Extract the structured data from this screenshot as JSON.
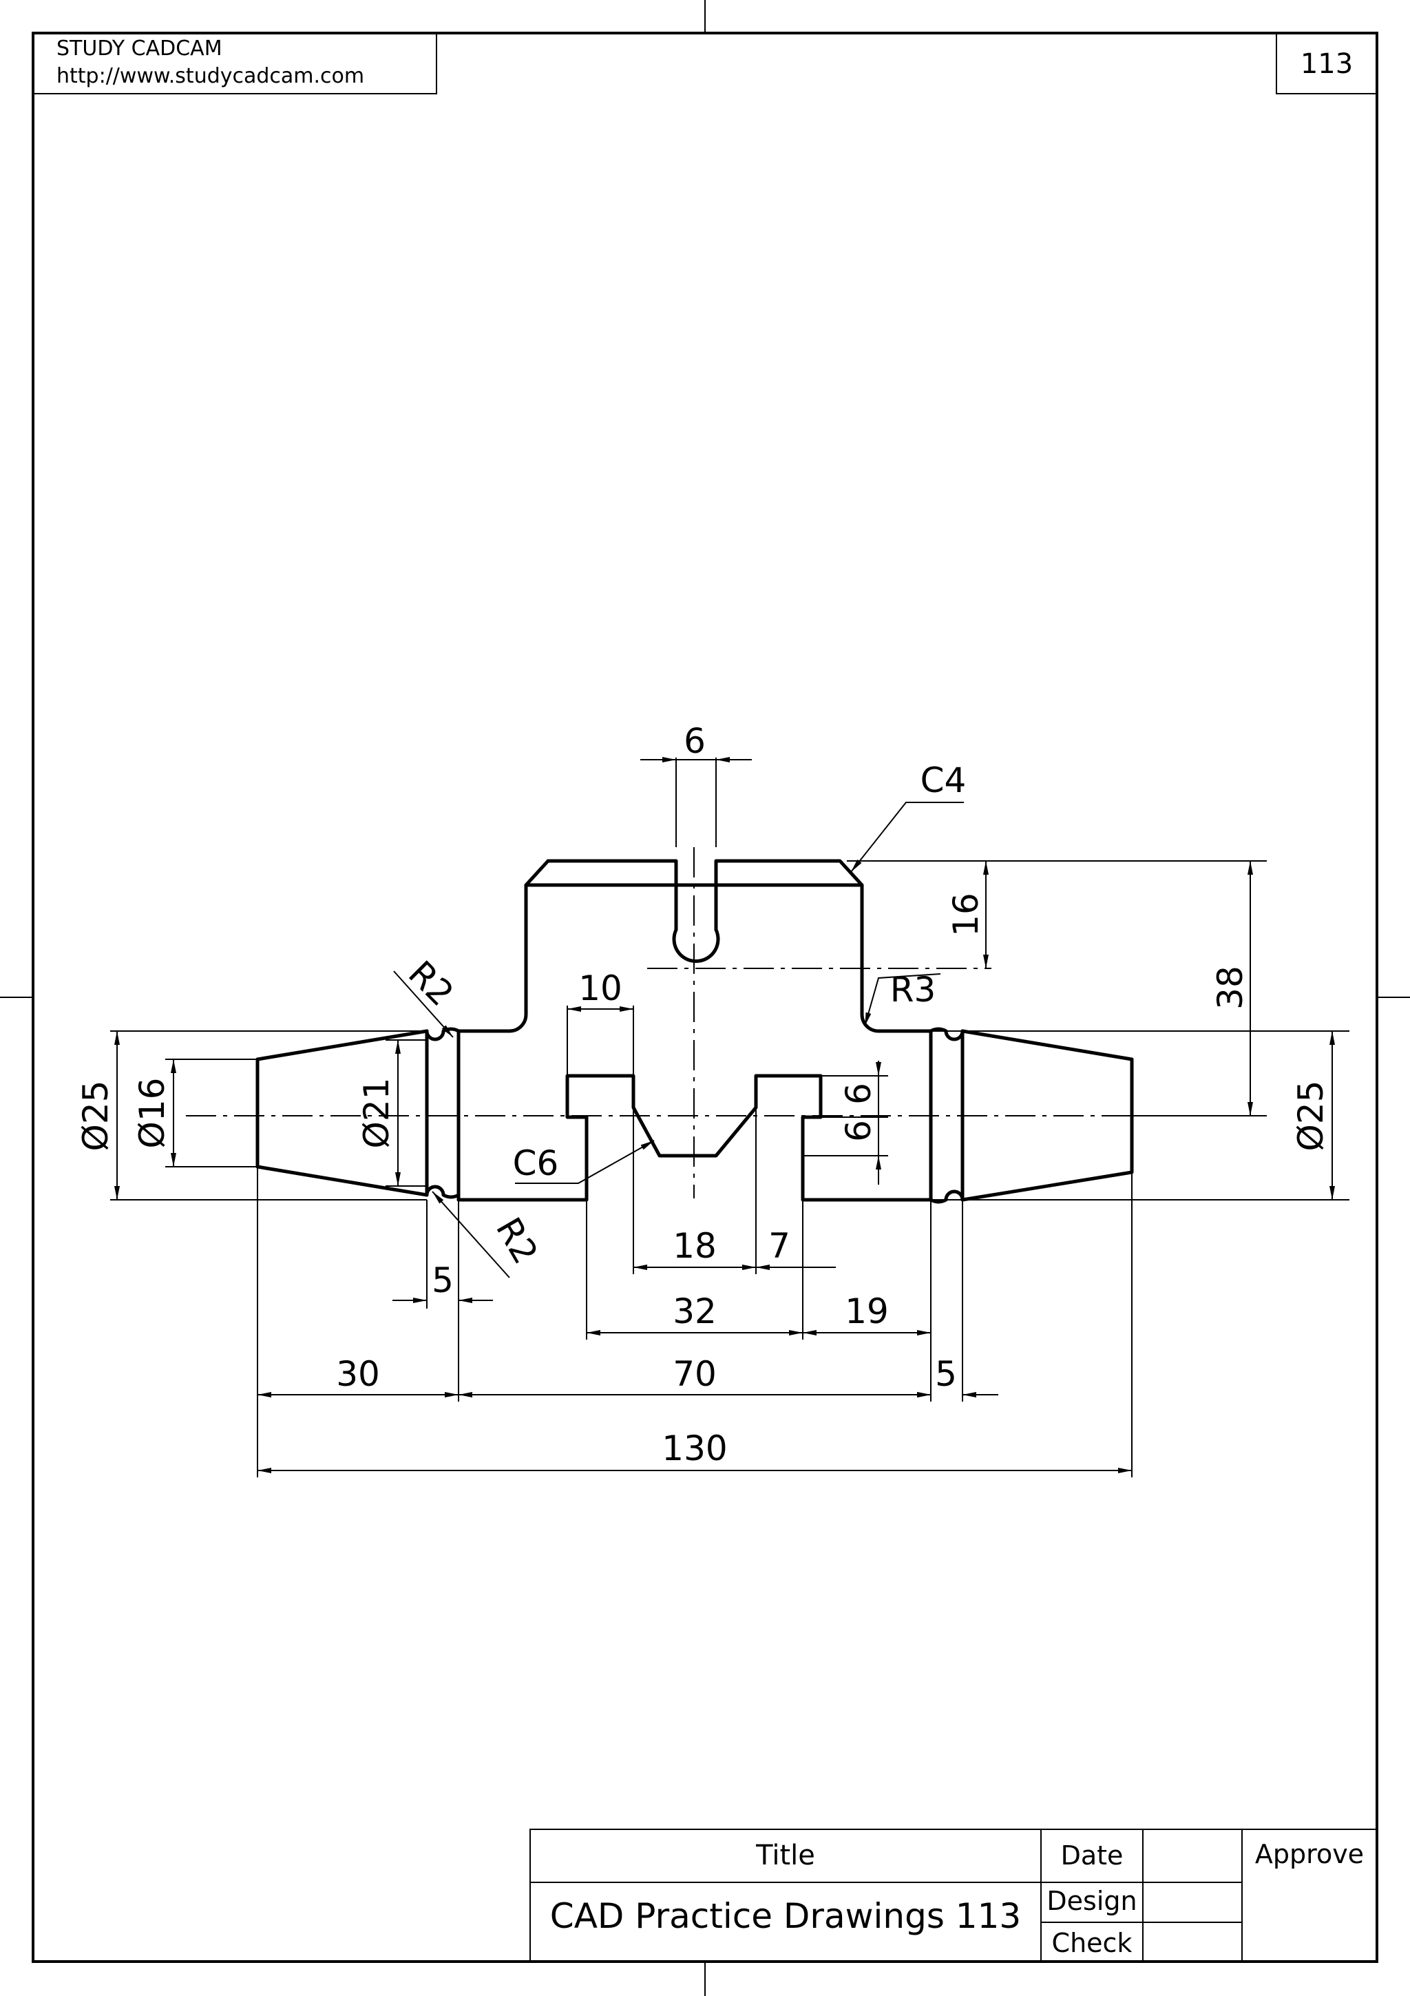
{
  "header": {
    "company": "STUDY CADCAM",
    "url": "http://www.studycadcam.com",
    "sheet_number": "113"
  },
  "title_block": {
    "title_label": "Title",
    "title": "CAD Practice Drawings 113",
    "date_label": "Date",
    "design_label": "Design",
    "check_label": "Check",
    "approve_label": "Approve"
  },
  "dimensions": {
    "slot_width": "6",
    "top_chamfer": "C4",
    "top_height": "16",
    "overall_height": "38",
    "fillet_top_left": "R2",
    "fillet_top_right": "R3",
    "fillet_bottom_left": "R2",
    "slot_offset": "10",
    "left_outer_dia": "Ø25",
    "left_end_dia": "Ø16",
    "groove_dia": "Ø21",
    "right_outer_dia": "Ø25",
    "vee_chamfer": "C6",
    "step_upper": "6",
    "step_lower": "6",
    "vee_width": "18",
    "vee_offset": "7",
    "groove_width_left": "5",
    "pocket_width": "32",
    "right_block": "19",
    "left_taper_length": "30",
    "body_length": "70",
    "groove_width_right": "5",
    "overall_length": "130"
  }
}
